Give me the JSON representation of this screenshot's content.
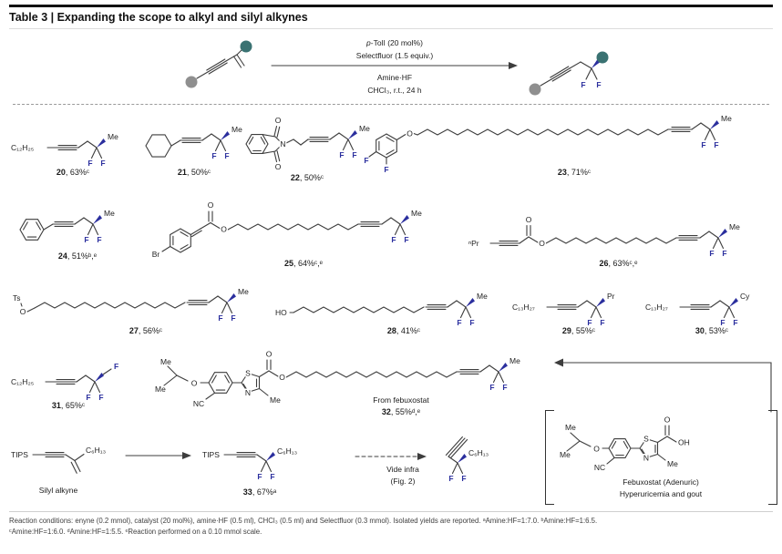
{
  "title": "Table 3 | Expanding the scope to alkyl and silyl alkynes",
  "scheme": {
    "catalyst_prefix": "p",
    "catalyst_rest": "-TolI (20 mol%)",
    "oxidant": "Selectfluor (1.5 equiv.)",
    "amine": "Amine·HF",
    "solvent": "CHCl₃, r.t., 24 h"
  },
  "atoms": {
    "f": "F",
    "o": "O",
    "n": "N",
    "s": "S",
    "me": "Me",
    "oh": "OH",
    "ho": "HO",
    "nc": "NC",
    "br": "Br",
    "pr": "Pr",
    "cy": "Cy",
    "npr": "ⁿPr",
    "ts": "Ts",
    "tips": "TIPS",
    "c6h13": "C₆H₁₃",
    "c12h25": "C₁₂H₂₅",
    "c13h27": "C₁₃H₂₇"
  },
  "compounds": {
    "c20": {
      "num": "20",
      "yield": ", 63%ᶜ"
    },
    "c21": {
      "num": "21",
      "yield": ", 50%ᶜ"
    },
    "c22": {
      "num": "22",
      "yield": ", 50%ᶜ"
    },
    "c23": {
      "num": "23",
      "yield": ", 71%ᶜ"
    },
    "c24": {
      "num": "24",
      "yield": ", 51%ᵇ,ᵉ"
    },
    "c25": {
      "num": "25",
      "yield": ", 64%ᶜ,ᵉ"
    },
    "c26": {
      "num": "26",
      "yield": ", 63%ᶜ,ᵉ"
    },
    "c27": {
      "num": "27",
      "yield": ", 56%ᶜ"
    },
    "c28": {
      "num": "28",
      "yield": ", 41%ᶜ"
    },
    "c29": {
      "num": "29",
      "yield": ", 55%ᶜ"
    },
    "c30": {
      "num": "30",
      "yield": ", 53%ᶜ"
    },
    "c31": {
      "num": "31",
      "yield": ", 65%ᶜ"
    },
    "c32": {
      "num": "32",
      "yield": ", 55%ᵈ,ᵉ",
      "note": "From febuxostat"
    },
    "c33": {
      "num": "33",
      "yield": ", 67%ᵃ"
    }
  },
  "labels": {
    "silyl_alkyne": "Silyl alkyne",
    "vide_infra": "Vide infra",
    "fig_ref": "(Fig. 2)",
    "febuxostat_name": "Febuxostat (Adenuric)",
    "febuxostat_indication": "Hyperuricemia and gout"
  },
  "colors": {
    "fluorine_blue": "#2b2f9e",
    "teal_ball": "#3a7272",
    "gray_ball": "#8f8f8f"
  },
  "footnotes": {
    "line1": "Reaction conditions: enyne (0.2 mmol), catalyst (20 mol%), amine·HF (0.5 ml), CHCl₃ (0.5 ml) and Selectfluor (0.3 mmol). Isolated yields are reported. ᵃAmine:HF=1:7.0. ᵇAmine:HF=1:6.5.",
    "line2": "ᶜAmine:HF=1:6.0. ᵈAmine:HF=1:5.5. ᵉReaction performed on a 0.10 mmol scale."
  }
}
